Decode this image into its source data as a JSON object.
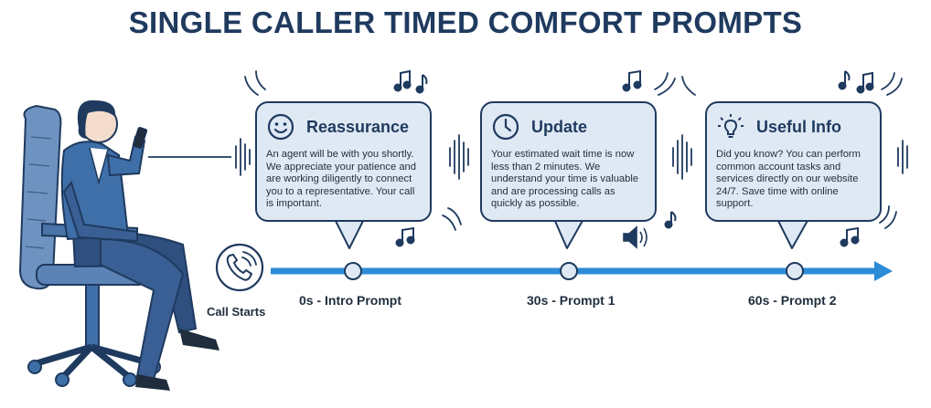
{
  "title": "SINGLE CALLER TIMED COMFORT PROMPTS",
  "call_start_label": "Call Starts",
  "colors": {
    "navy": "#1f3a5f",
    "accent_blue": "#2e8bd6",
    "bubble_fill": "#dfe9f4",
    "person_blue": "#3f6fa8"
  },
  "prompts": [
    {
      "title": "Reassurance",
      "icon": "smiley-icon",
      "text": "An agent will be with you shortly. We appreciate your patience and are working diligently to connect you to a representative. Your call is important.",
      "time_label": "0s - Intro Prompt"
    },
    {
      "title": "Update",
      "icon": "clock-icon",
      "text": "Your estimated wait time is now less than 2 minutes. We understand your time is valuable and are processing calls as quickly as possible.",
      "time_label": "30s - Prompt 1"
    },
    {
      "title": "Useful Info",
      "icon": "lightbulb-icon",
      "text": "Did you know? You can perform common account tasks and services directly on our website 24/7. Save time with online support.",
      "time_label": "60s - Prompt 2"
    }
  ]
}
